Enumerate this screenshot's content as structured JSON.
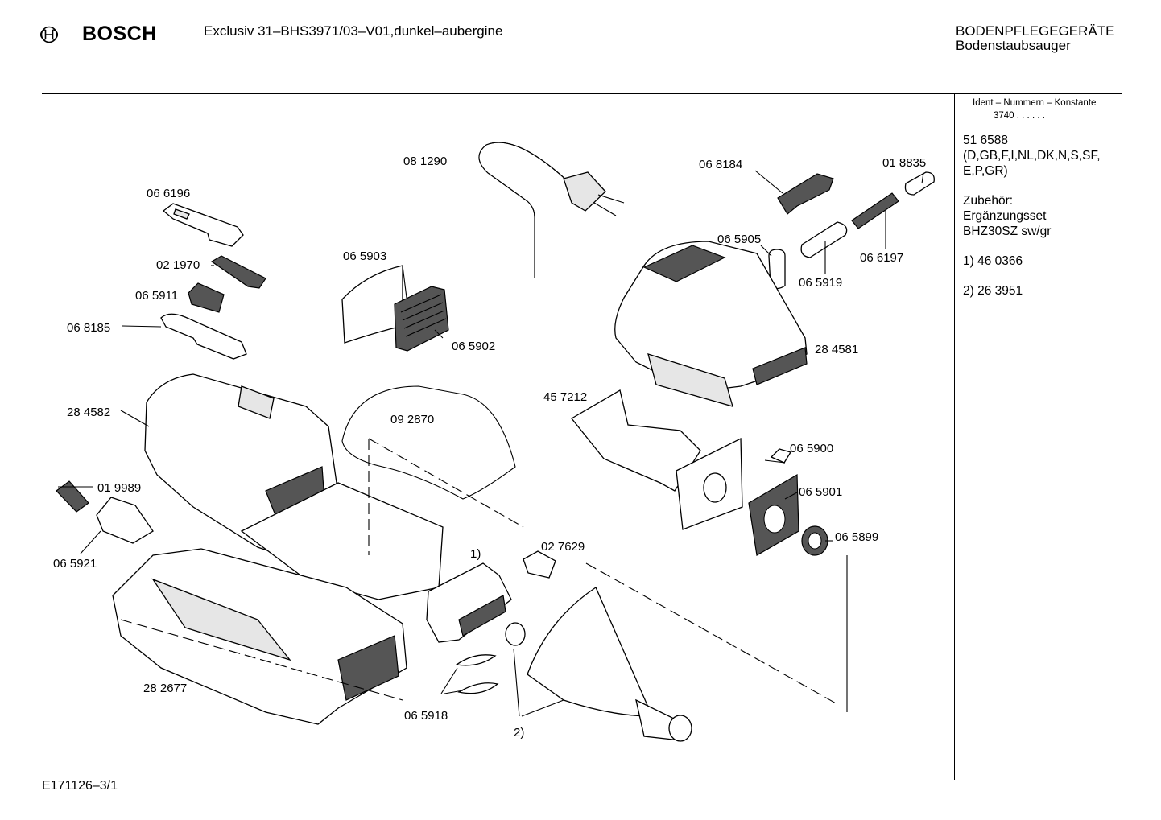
{
  "header": {
    "brand": "BOSCH",
    "title": "Exclusiv 31–BHS3971/03–V01,dunkel–aubergine",
    "category_line1": "BODENPFLEGEGERÄTE",
    "category_line2": "Bodenstaubsauger"
  },
  "sidebar": {
    "ident_header": "Ident – Nummern – Konstante",
    "ident_value": "3740 . .  . . . .",
    "ident_number": "51 6588",
    "countries_1": "(D,GB,F,I,NL,DK,N,S,SF,",
    "countries_2": "E,P,GR)",
    "accessory_header": "Zubehör:",
    "accessory_name": "Ergänzungsset",
    "accessory_code": "BHZ30SZ sw/gr",
    "note_1": "1)  46 0366",
    "note_2": "2)  26 3951"
  },
  "footer": {
    "doc_id": "E171126–3/1"
  },
  "parts": [
    {
      "label": "06 6196"
    },
    {
      "label": "02 1970"
    },
    {
      "label": "06 5911"
    },
    {
      "label": "06 8185"
    },
    {
      "label": "06 5903"
    },
    {
      "label": "06 5902"
    },
    {
      "label": "08 1290"
    },
    {
      "label": "06 8184"
    },
    {
      "label": "01 8835"
    },
    {
      "label": "06 5905"
    },
    {
      "label": "06 5919"
    },
    {
      "label": "06 6197"
    },
    {
      "label": "28 4581"
    },
    {
      "label": "28 4582"
    },
    {
      "label": "09 2870"
    },
    {
      "label": "45 7212"
    },
    {
      "label": "06 5900"
    },
    {
      "label": "06 5901"
    },
    {
      "label": "06 5899"
    },
    {
      "label": "01 9989"
    },
    {
      "label": "06 5921"
    },
    {
      "label": "02 7629"
    },
    {
      "label": "1)"
    },
    {
      "label": "28 2677"
    },
    {
      "label": "06 5918"
    },
    {
      "label": "2)"
    }
  ]
}
